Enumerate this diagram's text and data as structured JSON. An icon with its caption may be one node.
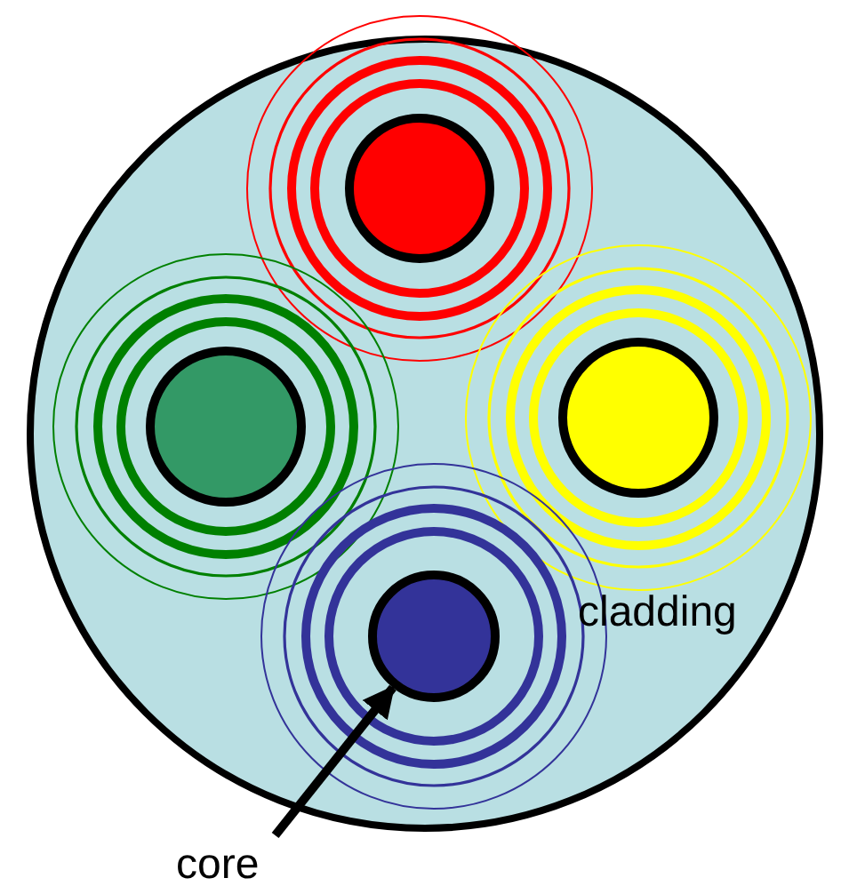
{
  "diagram": {
    "nodes": [
      {
        "text": [],
        "shape": "circle"
      },
      {
        "text": [],
        "shape": "circle",
        "in": 0
      },
      {
        "text": [],
        "shape": "circle",
        "in": 0
      },
      {
        "text": [],
        "shape": "circle",
        "in": 0
      },
      {
        "text": [],
        "shape": "circle",
        "in": 0
      },
      {
        "text": [
          "core"
        ]
      }
    ],
    "edges": [
      {
        "from": 5,
        "to": 4,
        "arrow": "to"
      }
    ],
    "labels": [
      "cladding"
    ]
  }
}
